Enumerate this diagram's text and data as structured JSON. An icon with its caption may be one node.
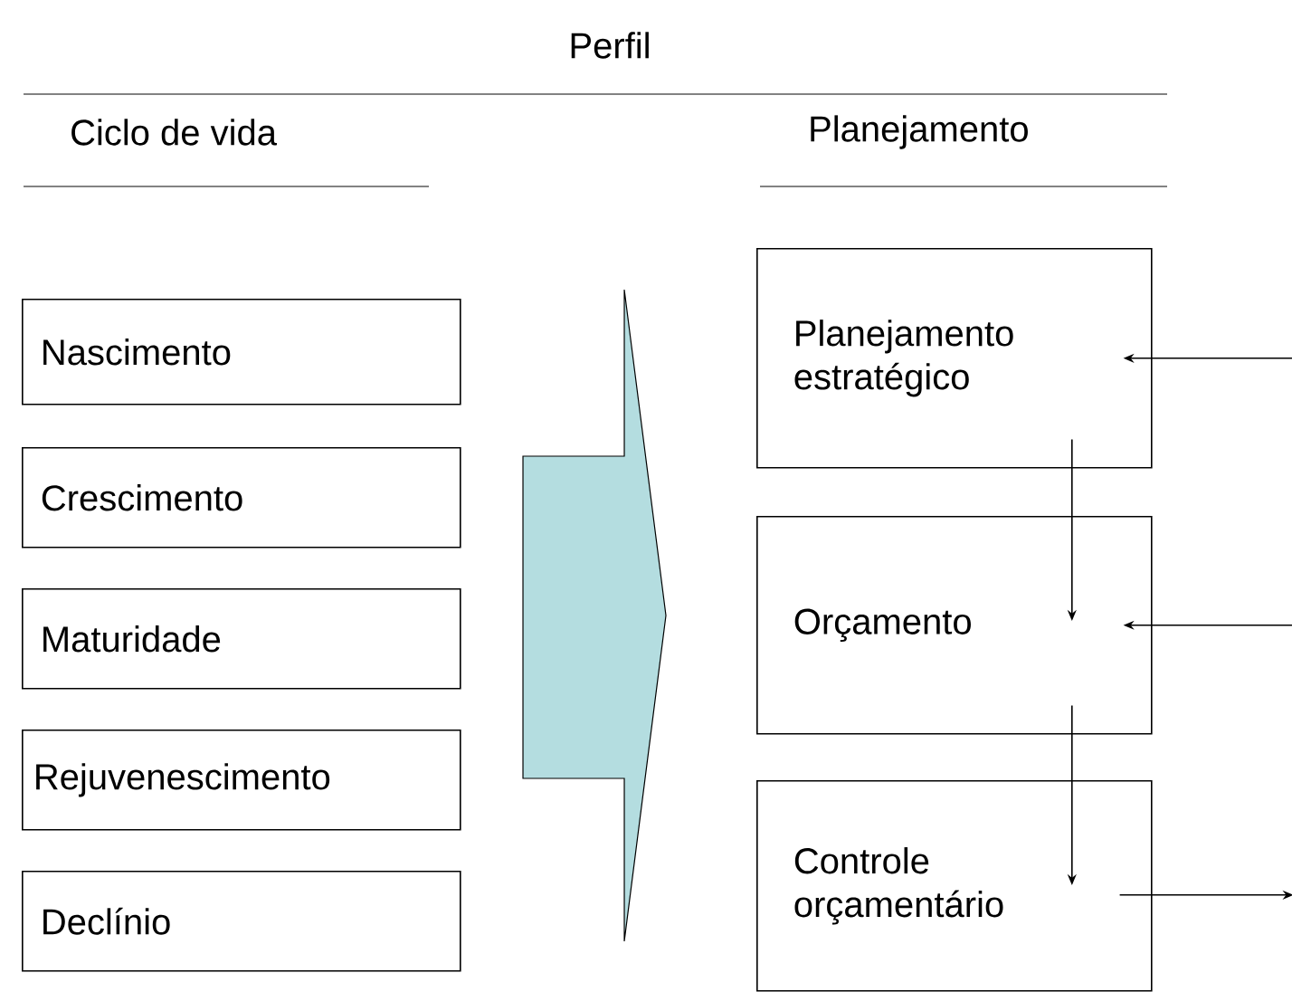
{
  "diagram": {
    "title": "Perfil",
    "nodes": [
      {
        "text": [
          "Nascimento"
        ]
      },
      {
        "text": [
          "Crescimento"
        ]
      },
      {
        "text": [
          "Maturidade"
        ]
      },
      {
        "text": [
          "Rejuvenescimento"
        ]
      },
      {
        "text": [
          "Declínio"
        ]
      },
      {
        "text": [],
        "shape": "arrow"
      },
      {
        "text": [
          "Planejamento estratégico"
        ]
      },
      {
        "text": [
          "Orçamento"
        ]
      },
      {
        "text": [
          "Controle orçamentário"
        ]
      }
    ],
    "edges": [
      {
        "from": 6,
        "to": 7,
        "arrow": "to"
      },
      {
        "from": 7,
        "to": 8,
        "arrow": "to"
      },
      {
        "from": null,
        "to": 6,
        "arrow": "to"
      },
      {
        "from": null,
        "to": 7,
        "arrow": "to"
      },
      {
        "from": 8,
        "to": null,
        "arrow": "to"
      }
    ],
    "labels": [
      "Ciclo de vida",
      "Planejamento"
    ]
  }
}
